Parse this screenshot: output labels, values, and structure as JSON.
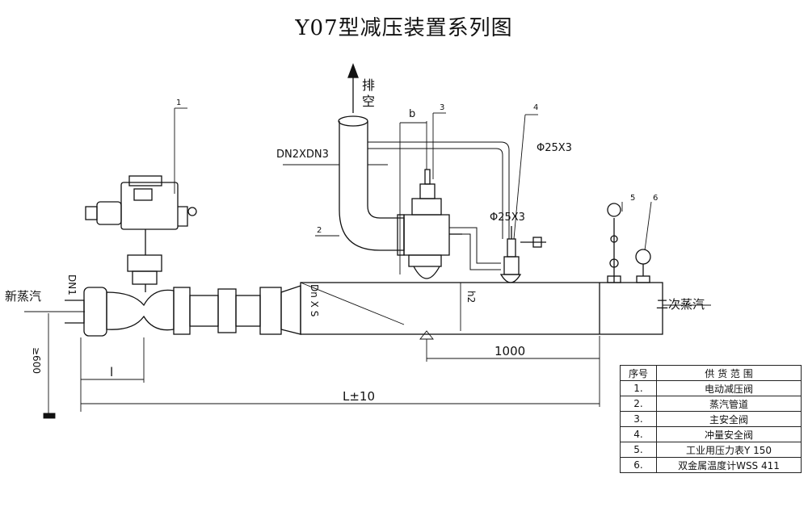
{
  "title": "Y07型减压装置系列图",
  "labels": {
    "exhaust_1": "排",
    "exhaust_2": "空",
    "inlet": "新蒸汽",
    "outlet": "二次蒸汽",
    "dn1": "DN1",
    "dn2": "DN2XDN3",
    "dn_pipe": "Dn X S",
    "b": "b",
    "h2": "h2",
    "pipe_size_1": "Φ25X3",
    "pipe_size_2": "Φ25X3",
    "dim_1000": "1000",
    "dim_l": "l",
    "dim_L": "L±10",
    "dim_600": "≥600"
  },
  "part_numbers": [
    "1",
    "2",
    "3",
    "4",
    "5",
    "6"
  ],
  "parts_table": {
    "header": [
      "序号",
      "供 货 范 围"
    ],
    "rows": [
      [
        "1.",
        "电动减压阀"
      ],
      [
        "2.",
        "蒸汽管道"
      ],
      [
        "3.",
        "主安全阀"
      ],
      [
        "4.",
        "冲量安全阀"
      ],
      [
        "5.",
        "工业用压力表Y 150"
      ],
      [
        "6.",
        "双金属温度计WSS 411"
      ]
    ]
  }
}
